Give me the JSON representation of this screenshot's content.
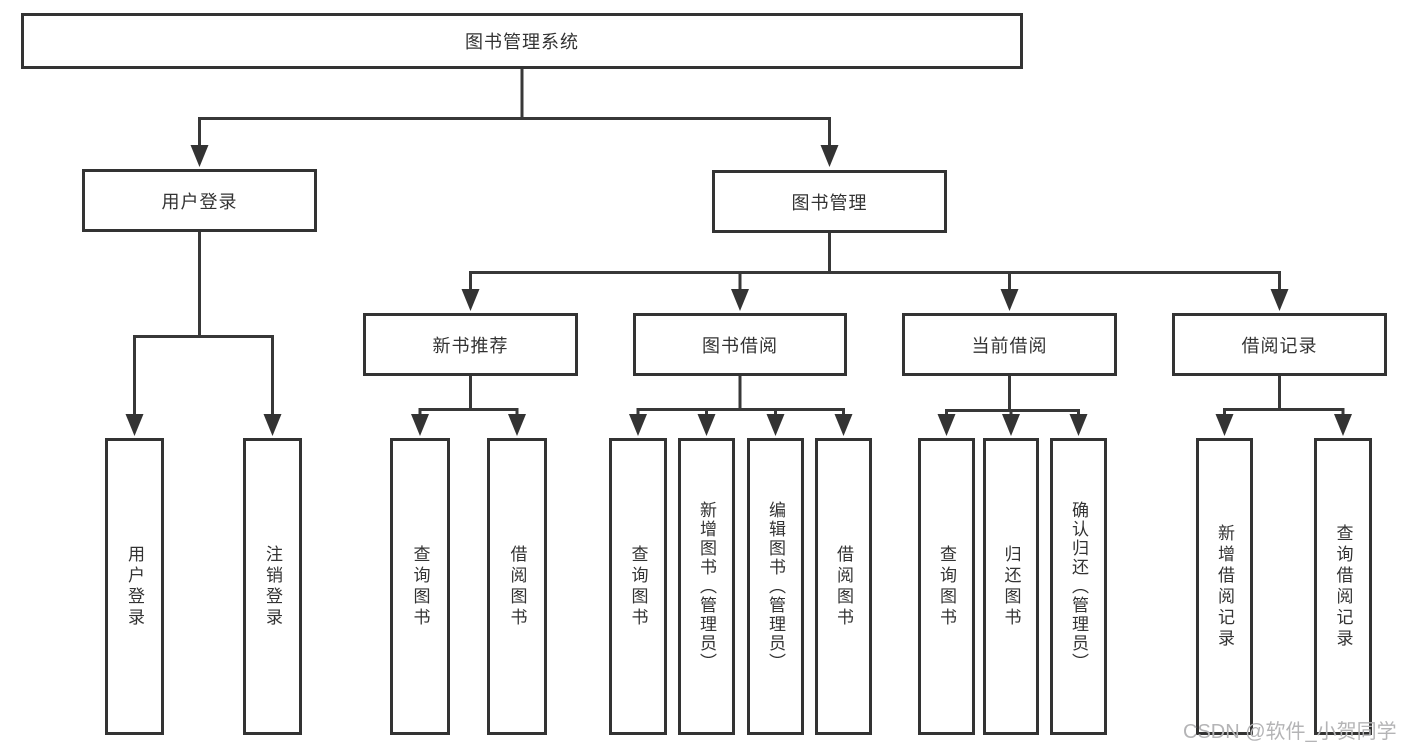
{
  "nodes": {
    "root": "图书管理系统",
    "userLogin": "用户登录",
    "bookMgmt": "图书管理",
    "newBookRec": "新书推荐",
    "bookBorrow": "图书借阅",
    "currentBorrow": "当前借阅",
    "borrowRecord": "借阅记录",
    "leafUserLogin": "用户登录",
    "leafLogout": "注销登录",
    "nbQueryBook": "查询图书",
    "nbBorrowBook": "借阅图书",
    "bbQueryBook": "查询图书",
    "bbAddBook": "新增图书（管理员）",
    "bbEditBook": "编辑图书（管理员）",
    "bbBorrowBook": "借阅图书",
    "cbQueryBook": "查询图书",
    "cbReturnBook": "归还图书",
    "cbConfirmReturn": "确认归还（管理员）",
    "brAddRecord": "新增借阅记录",
    "brQueryRecord": "查询借阅记录"
  },
  "hierarchy": {
    "root": "图书管理系统",
    "children": [
      {
        "label": "用户登录",
        "children": [
          "用户登录",
          "注销登录"
        ]
      },
      {
        "label": "图书管理",
        "children": [
          {
            "label": "新书推荐",
            "children": [
              "查询图书",
              "借阅图书"
            ]
          },
          {
            "label": "图书借阅",
            "children": [
              "查询图书",
              "新增图书（管理员）",
              "编辑图书（管理员）",
              "借阅图书"
            ]
          },
          {
            "label": "当前借阅",
            "children": [
              "查询图书",
              "归还图书",
              "确认归还（管理员）"
            ]
          },
          {
            "label": "借阅记录",
            "children": [
              "新增借阅记录",
              "查询借阅记录"
            ]
          }
        ]
      }
    ]
  },
  "watermark": "CSDN @软件_小贺同学",
  "colors": {
    "line": "#383838",
    "box_border": "#333333",
    "text": "#333333",
    "watermark": "#b4b4b6",
    "background": "#ffffff"
  }
}
